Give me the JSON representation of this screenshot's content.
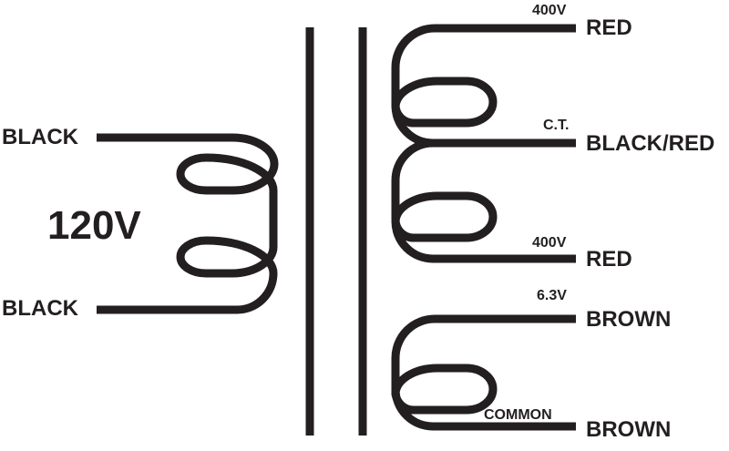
{
  "primary": {
    "top_label": "BLACK",
    "bottom_label": "BLACK",
    "voltage": "120V"
  },
  "secondary": {
    "hv_top": {
      "wire_color": "RED",
      "voltage": "400V"
    },
    "center_tap": {
      "wire_color": "BLACK/RED",
      "tag": "C.T."
    },
    "hv_bottom": {
      "wire_color": "RED",
      "voltage": "400V"
    },
    "heater_top": {
      "wire_color": "BROWN",
      "voltage": "6.3V"
    },
    "heater_bottom": {
      "wire_color": "BROWN",
      "tag": "COMMON"
    }
  },
  "colors": {
    "ink": "#231f20",
    "background": "#ffffff"
  }
}
